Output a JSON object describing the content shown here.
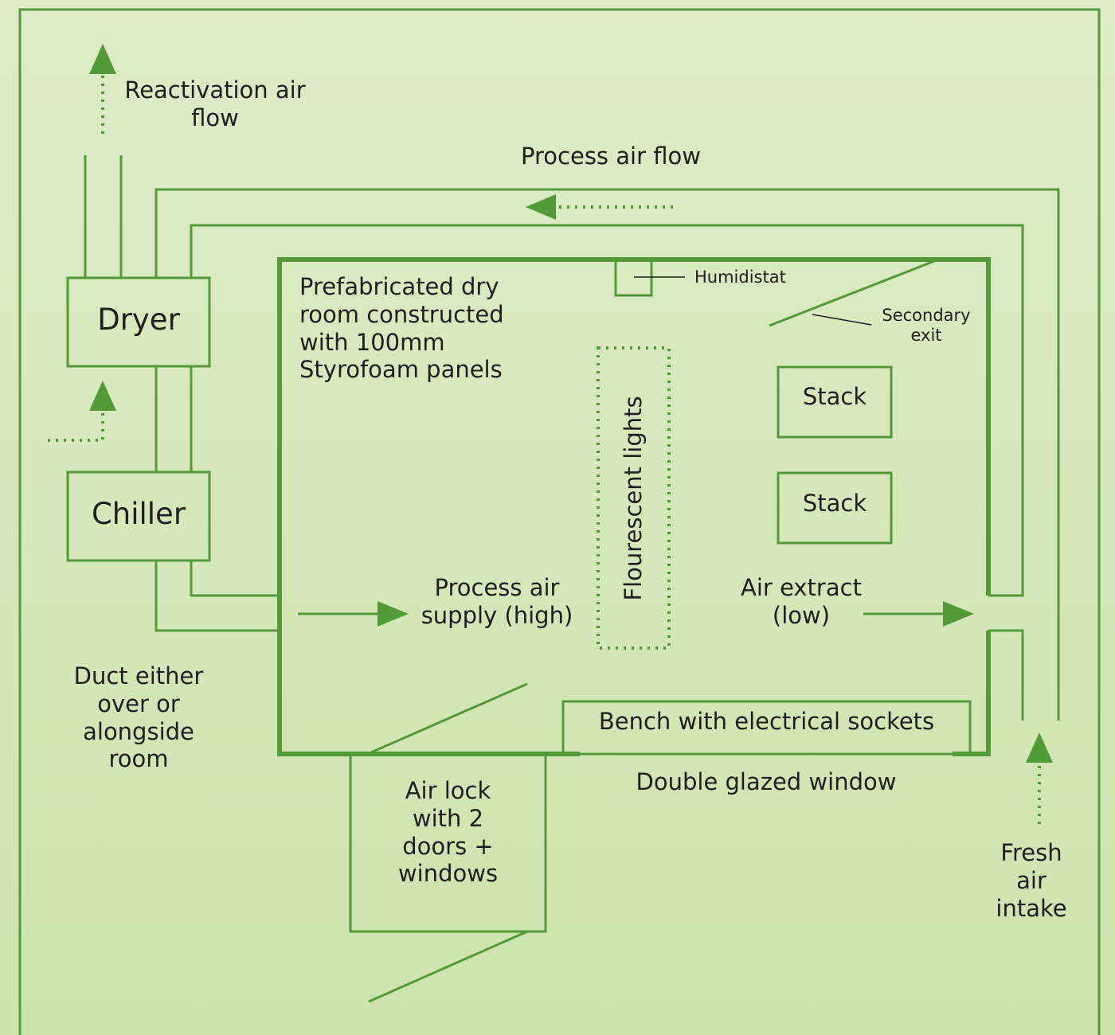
{
  "colors": {
    "line": "#529a37",
    "background": "#d7e9bd",
    "text": "#1e1e1e"
  },
  "labels": {
    "reactivation_air_flow": "Reactivation air\nflow",
    "process_air_flow": "Process air flow",
    "dryer": "Dryer",
    "chiller": "Chiller",
    "duct_note": "Duct either\nover or\nalongside\nroom",
    "room_description": "Prefabricated dry\nroom constructed\nwith 100mm\nStyrofoam panels",
    "humidistat": "Humidistat",
    "secondary_exit": "Secondary\nexit",
    "stack_1": "Stack",
    "stack_2": "Stack",
    "fluorescent_lights": "Flourescent lights",
    "process_air_supply": "Process air\nsupply (high)",
    "air_extract": "Air extract\n(low)",
    "bench": "Bench with electrical sockets",
    "double_glazed_window": "Double glazed window",
    "air_lock": "Air lock\nwith 2\ndoors +\nwindows",
    "fresh_air_intake": "Fresh\nair\nintake"
  }
}
